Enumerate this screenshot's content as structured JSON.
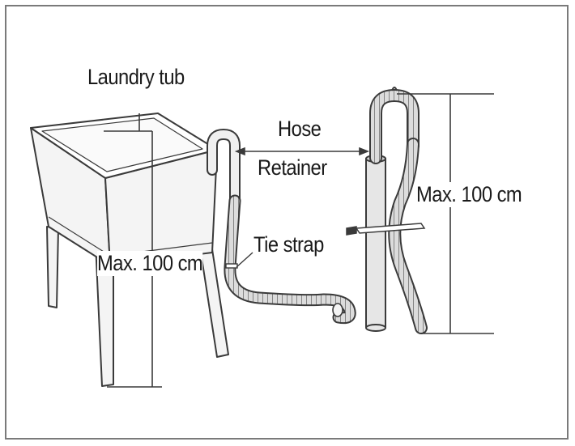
{
  "labels": {
    "laundry_tub": "Laundry tub",
    "hose": "Hose",
    "retainer": "Retainer",
    "tie_strap": "Tie strap",
    "max_left": "Max. 100 cm",
    "max_right": "Max. 100 cm"
  },
  "colors": {
    "line": "#3a3a3a",
    "hose_fill": "#d8d8d8",
    "pipe_fill": "#e2e2e2",
    "frame": "#7a7a7a"
  }
}
